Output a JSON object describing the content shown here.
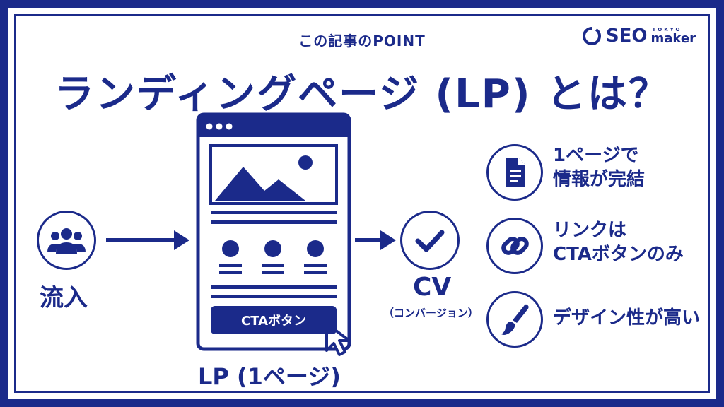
{
  "header": {
    "kicker": "この記事のPOINT",
    "title": "ランディングページ (LP) とは？"
  },
  "logo": {
    "brand": "SEO",
    "sub_top": "TOKYO",
    "sub_bottom": "maker"
  },
  "flow": {
    "inflow_label": "流入",
    "lp_label": "LP (1ページ)",
    "cta_button_label": "CTAボタン",
    "cv_label": "CV",
    "cv_sublabel": "（コンバージョン）"
  },
  "features": [
    {
      "icon": "document-icon",
      "lines": [
        "1ページで",
        "情報が完結"
      ]
    },
    {
      "icon": "link-icon",
      "lines": [
        "リンクは",
        "CTAボタンのみ"
      ]
    },
    {
      "icon": "paintbrush-icon",
      "lines": [
        "デザイン性が高い"
      ]
    }
  ],
  "colors": {
    "primary": "#1b2a8a",
    "background": "#ffffff"
  }
}
